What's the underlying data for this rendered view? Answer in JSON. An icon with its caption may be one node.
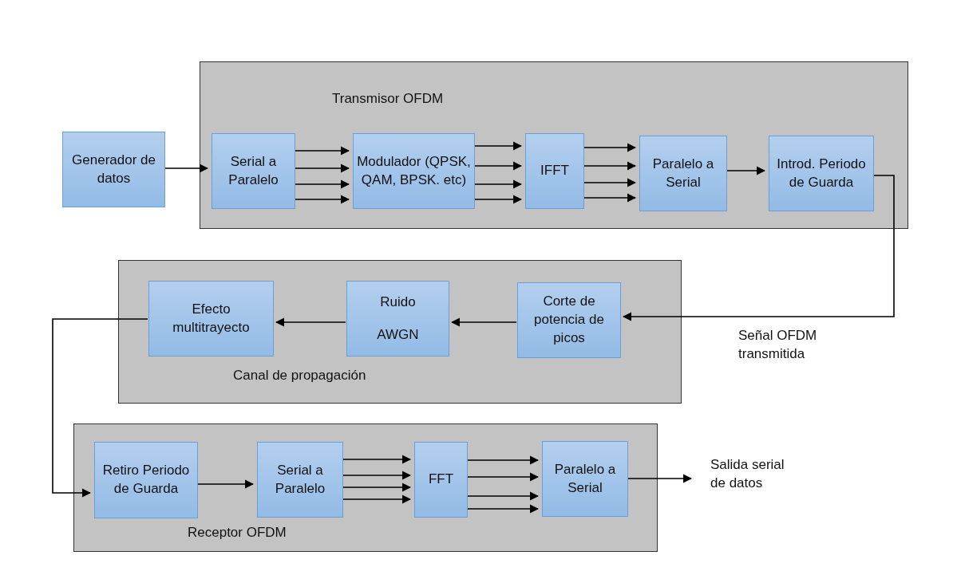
{
  "diagram": {
    "nodes": [
      {
        "text": [
          "Generador de datos"
        ]
      },
      {
        "text": [
          "Transmisor OFDM"
        ]
      },
      {
        "text": [
          "Serial a Paralelo"
        ],
        "in": 1
      },
      {
        "text": [
          "Modulador (QPSK, QAM, BPSK. etc)"
        ],
        "in": 1
      },
      {
        "text": [
          "IFFT"
        ],
        "in": 1
      },
      {
        "text": [
          "Paralelo a Serial"
        ],
        "in": 1
      },
      {
        "text": [
          "Introd. Periodo de Guarda"
        ],
        "in": 1
      },
      {
        "text": [
          "Canal de propagación"
        ]
      },
      {
        "text": [
          "Efecto multitrayecto"
        ],
        "in": 7
      },
      {
        "text": [
          "Ruido",
          "AWGN"
        ],
        "in": 7
      },
      {
        "text": [
          "Corte de potencia de picos"
        ],
        "in": 7
      },
      {
        "text": [
          "Receptor OFDM"
        ]
      },
      {
        "text": [
          "Retiro Periodo de Guarda"
        ],
        "in": 11
      },
      {
        "text": [
          "Serial a Paralelo"
        ],
        "in": 11
      },
      {
        "text": [
          "FFT"
        ],
        "in": 11
      },
      {
        "text": [
          "Paralelo a Serial"
        ],
        "in": 11
      },
      {
        "text": [
          "Salida serial de datos"
        ]
      }
    ],
    "edges": [
      {
        "from": 0,
        "to": 2,
        "arrow": "to"
      },
      {
        "from": 2,
        "to": 3,
        "arrow": "to"
      },
      {
        "from": 2,
        "to": 3,
        "arrow": "to"
      },
      {
        "from": 2,
        "to": 3,
        "arrow": "to"
      },
      {
        "from": 2,
        "to": 3,
        "arrow": "to"
      },
      {
        "from": 3,
        "to": 4,
        "arrow": "to"
      },
      {
        "from": 3,
        "to": 4,
        "arrow": "to"
      },
      {
        "from": 3,
        "to": 4,
        "arrow": "to"
      },
      {
        "from": 3,
        "to": 4,
        "arrow": "to"
      },
      {
        "from": 4,
        "to": 5,
        "arrow": "to"
      },
      {
        "from": 4,
        "to": 5,
        "arrow": "to"
      },
      {
        "from": 4,
        "to": 5,
        "arrow": "to"
      },
      {
        "from": 4,
        "to": 5,
        "arrow": "to"
      },
      {
        "from": 5,
        "to": 6,
        "arrow": "to"
      },
      {
        "from": 6,
        "to": 10,
        "arrow": "to",
        "label": "Señal OFDM transmitida"
      },
      {
        "from": 10,
        "to": 9,
        "arrow": "to"
      },
      {
        "from": 9,
        "to": 8,
        "arrow": "to"
      },
      {
        "from": 8,
        "to": 12,
        "arrow": "to"
      },
      {
        "from": 12,
        "to": 13,
        "arrow": "to"
      },
      {
        "from": 13,
        "to": 14,
        "arrow": "to"
      },
      {
        "from": 13,
        "to": 14,
        "arrow": "to"
      },
      {
        "from": 13,
        "to": 14,
        "arrow": "to"
      },
      {
        "from": 13,
        "to": 14,
        "arrow": "to"
      },
      {
        "from": 14,
        "to": 15,
        "arrow": "to"
      },
      {
        "from": 14,
        "to": 15,
        "arrow": "to"
      },
      {
        "from": 14,
        "to": 15,
        "arrow": "to"
      },
      {
        "from": 14,
        "to": 15,
        "arrow": "to"
      },
      {
        "from": 15,
        "to": 16,
        "arrow": "to"
      }
    ]
  }
}
